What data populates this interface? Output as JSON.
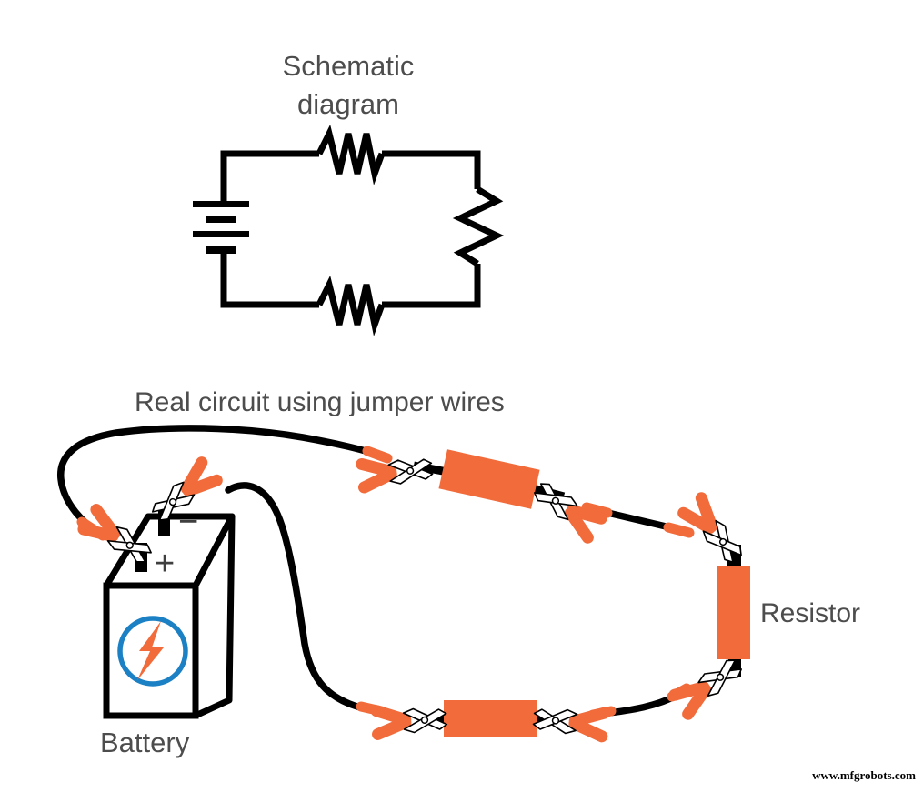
{
  "titles": {
    "schematic_line1": "Schematic",
    "schematic_line2": "diagram",
    "real_circuit": "Real circuit using jumper wires"
  },
  "labels": {
    "battery": "Battery",
    "resistor": "Resistor",
    "battery_plus": "+",
    "battery_minus": "−"
  },
  "watermark": "www.mfgrobots.com",
  "icons": {
    "battery_logo": "lightning-bolt-icon"
  },
  "colors": {
    "component_orange": "#F26B3B",
    "battery_logo_blue": "#1C80C5",
    "wire_black": "#000000",
    "label_gray": "#4D4D4D"
  },
  "components": {
    "schematic": [
      "battery-symbol",
      "resistor-top",
      "resistor-right",
      "resistor-bottom"
    ],
    "real_circuit": [
      "battery",
      "resistor-1",
      "resistor-2",
      "resistor-3",
      "jumper-wire-1",
      "jumper-wire-2",
      "jumper-wire-3",
      "jumper-wire-4",
      "alligator-clips-x8"
    ]
  }
}
